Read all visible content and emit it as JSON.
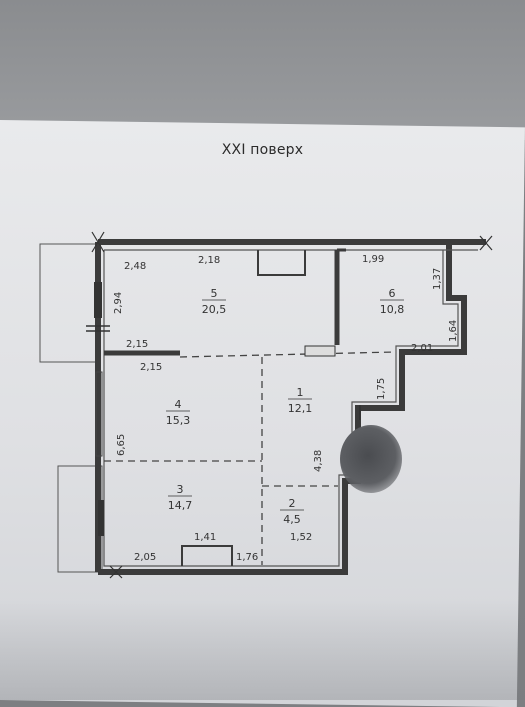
{
  "document": {
    "title": "XXI поверх"
  },
  "rooms": [
    {
      "number": "5",
      "area": "20,5"
    },
    {
      "number": "6",
      "area": "10,8"
    },
    {
      "number": "1",
      "area": "12,1"
    },
    {
      "number": "4",
      "area": "15,3"
    },
    {
      "number": "3",
      "area": "14,7"
    },
    {
      "number": "2",
      "area": "4,5"
    }
  ],
  "dimensions": {
    "d_2_48": "2,48",
    "d_2_18": "2,18",
    "d_1_99": "1,99",
    "d_1_37": "1,37",
    "d_2_94": "2,94",
    "d_1_64": "1,64",
    "d_2_15a": "2,15",
    "d_2_15b": "2,15",
    "d_2_01": "2,01",
    "d_1_75": "1,75",
    "d_6_65": "6,65",
    "d_4_38": "4,38",
    "d_1_41": "1,41",
    "d_2_05": "2,05",
    "d_1_76": "1,76",
    "d_1_52": "1,52"
  }
}
